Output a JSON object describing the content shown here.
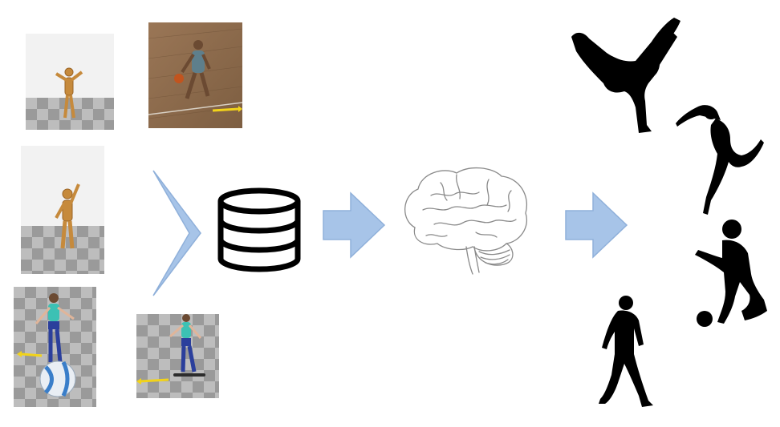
{
  "figure": {
    "inputs": [
      {
        "name": "mannequin-dab"
      },
      {
        "name": "basketball-player"
      },
      {
        "name": "mannequin-wave"
      },
      {
        "name": "ball-balance"
      },
      {
        "name": "skateboard-girl"
      }
    ],
    "icons": [
      "database-icon",
      "brain-icon",
      "arrow-icon"
    ],
    "outputs": [
      "breakdance",
      "dancer",
      "soccer-kick",
      "walking-man"
    ],
    "colors": {
      "arrow": "#a7c4e8",
      "arrow_stroke": "#8fb0da",
      "silhouette": "#000000"
    }
  }
}
